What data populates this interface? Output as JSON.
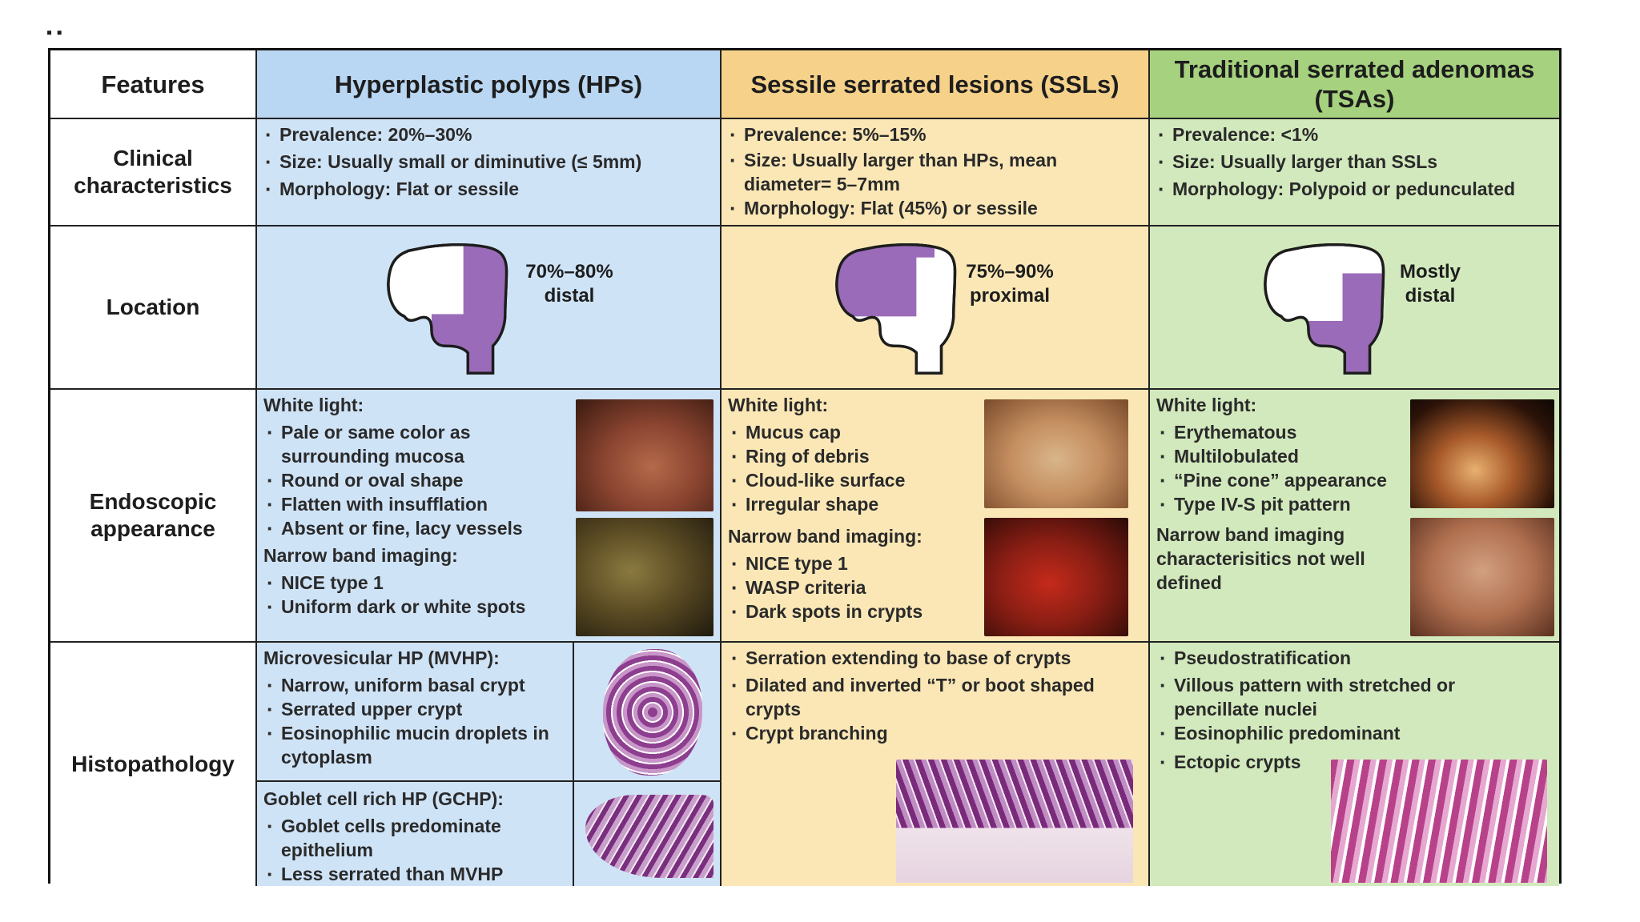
{
  "header": {
    "features": "Features",
    "hp": "Hyperplastic polyps (HPs)",
    "ssl": "Sessile serrated lesions (SSLs)",
    "tsa": "Traditional serrated adenomas (TSAs)"
  },
  "rows": {
    "clinical": "Clinical characteristics",
    "location": "Location",
    "endoscopic": "Endoscopic appearance",
    "histo": "Histopathology"
  },
  "clinical": {
    "hp": [
      "Prevalence: 20%–30%",
      "Size: Usually small or diminutive (≤ 5mm)",
      "Morphology: Flat or sessile"
    ],
    "ssl": [
      "Prevalence: 5%–15%",
      "Size: Usually larger than HPs, mean diameter= 5–7mm",
      "Morphology: Flat (45%) or sessile"
    ],
    "tsa": [
      "Prevalence: <1%",
      "Size: Usually larger than SSLs",
      "Morphology: Polypoid or pedunculated"
    ]
  },
  "location": {
    "hp": {
      "pct": "70%–80%",
      "where": "distal"
    },
    "ssl": {
      "pct": "75%–90%",
      "where": "proximal"
    },
    "tsa": {
      "pct": "Mostly",
      "where": "distal"
    }
  },
  "endoscopic": {
    "hp": {
      "wl_title": "White light:",
      "wl": [
        "Pale or same color as surrounding mucosa",
        "Round or oval shape",
        "Flatten with insufflation",
        "Absent or fine, lacy vessels"
      ],
      "nbi_title": "Narrow band imaging:",
      "nbi": [
        "NICE type 1",
        "Uniform dark or white spots"
      ]
    },
    "ssl": {
      "wl_title": "White light:",
      "wl": [
        "Mucus cap",
        "Ring of debris",
        "Cloud-like surface",
        "Irregular shape"
      ],
      "nbi_title": "Narrow band imaging:",
      "nbi": [
        "NICE type 1",
        "WASP criteria",
        "Dark spots in crypts"
      ]
    },
    "tsa": {
      "wl_title": "White light:",
      "wl": [
        "Erythematous",
        "Multilobulated",
        "“Pine cone” appearance",
        "Type IV-S pit pattern"
      ],
      "nbi_note": "Narrow band imaging characterisitics not well defined"
    }
  },
  "histo": {
    "hp_mv_title": "Microvesicular HP (MVHP):",
    "hp_mv": [
      "Narrow, uniform basal crypt",
      "Serrated upper crypt",
      "Eosinophilic mucin droplets in cytoplasm"
    ],
    "hp_gc_title": "Goblet cell rich HP (GCHP):",
    "hp_gc": [
      "Goblet cells predominate epithelium",
      "Less serrated than MVHP"
    ],
    "ssl": [
      "Serration extending to base of crypts",
      "Dilated and inverted “T” or boot shaped crypts",
      "Crypt branching"
    ],
    "tsa": [
      "Pseudostratification",
      "Villous pattern with stretched or pencillate nuclei",
      "Eosinophilic predominant",
      "Ectopic crypts"
    ]
  },
  "colors": {
    "hp_bg": "#cfe3f7",
    "ssl_bg": "#fbe7b6",
    "tsa_bg": "#d2e9bd",
    "colon_purple": "#9a6bb8",
    "tissue_purple": "#8d3e8f"
  }
}
